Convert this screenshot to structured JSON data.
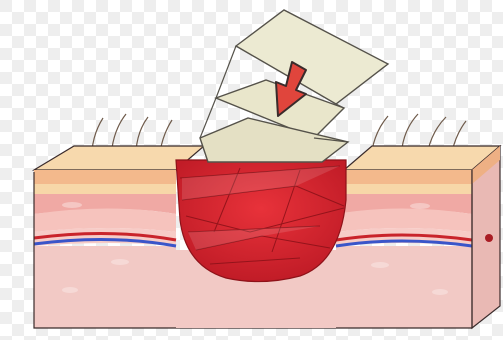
{
  "illustration": {
    "subject": "wound-packing-diagram",
    "icons": [
      "checkerboard-background",
      "skin-cross-section",
      "wound-cavity",
      "gauze-dressing",
      "down-arrow-icon",
      "hair-strands"
    ],
    "colors": {
      "checker_light": "#ffffff",
      "checker_dark": "#efefef",
      "skin_surface": "#f7d7a8",
      "skin_top_edge": "#f0b98a",
      "dermis": "#f6c1b9",
      "dermis_band": "#e9a9a6",
      "deep_tissue": "#f2c7c4",
      "artery": "#c9242b",
      "vein": "#3a55c9",
      "wound": "#d8242f",
      "wound_dark": "#b31b25",
      "gauze": "#ece8cf",
      "gauze_edge": "#55524a",
      "arrow": "#e0453c",
      "outline": "#3a2b2b"
    }
  }
}
